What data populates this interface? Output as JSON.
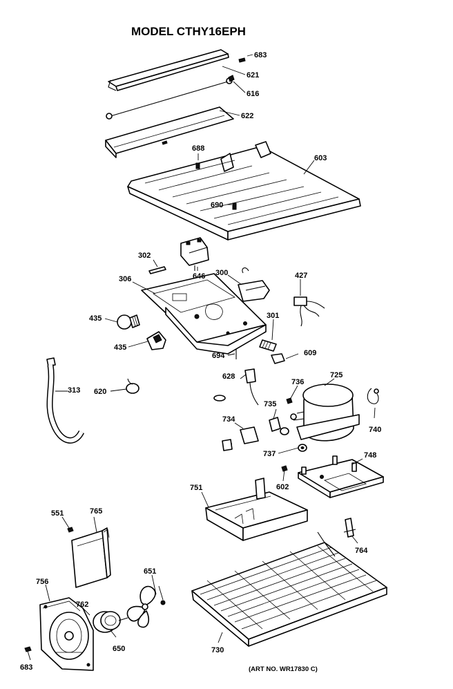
{
  "title": "MODEL CTHY16EPH",
  "art_number": "(ART NO. WR17830 C)",
  "parts": {
    "p683a": "683",
    "p621": "621",
    "p616": "616",
    "p622": "622",
    "p688": "688",
    "p603": "603",
    "p690": "690",
    "p302": "302",
    "p646": "646",
    "p306": "306",
    "p300": "300",
    "p427": "427",
    "p435a": "435",
    "p435b": "435",
    "p301": "301",
    "p694": "694",
    "p609": "609",
    "p313": "313",
    "p620": "620",
    "p628": "628",
    "p736": "736",
    "p725": "725",
    "p735": "735",
    "p734": "734",
    "p740": "740",
    "p737": "737",
    "p748": "748",
    "p602": "602",
    "p751": "751",
    "p551": "551",
    "p765": "765",
    "p764": "764",
    "p651": "651",
    "p756": "756",
    "p762": "762",
    "p650": "650",
    "p730": "730",
    "p683b": "683"
  }
}
